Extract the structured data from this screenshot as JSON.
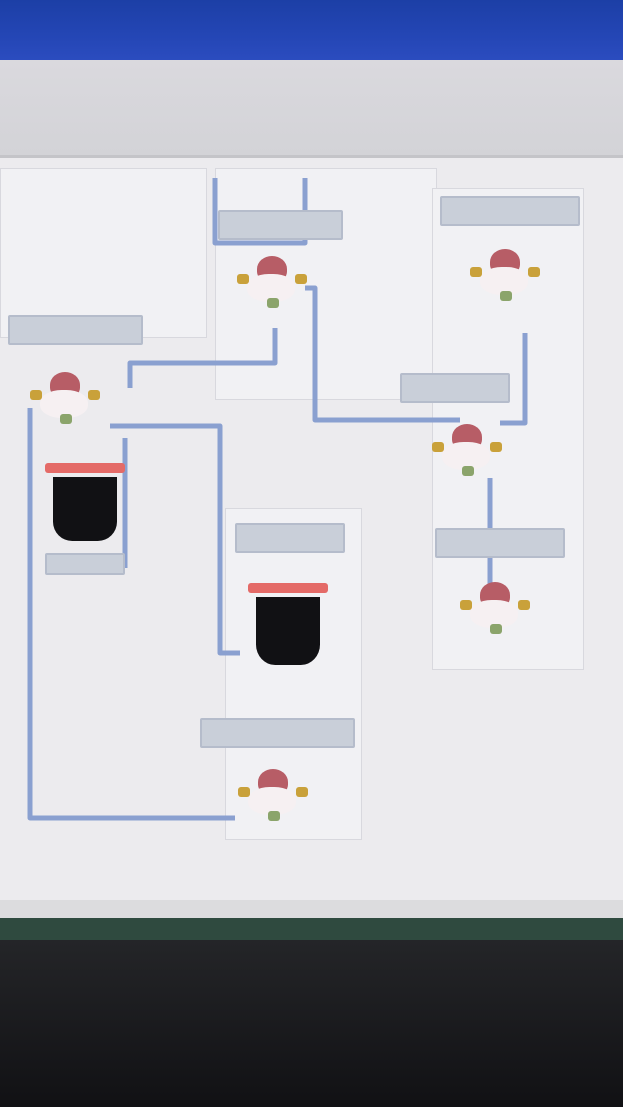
{
  "window": {
    "title_bar_color": "#2446b5",
    "toolbar_color": "#d6d6da",
    "canvas_color": "#ecebee"
  },
  "diagram": {
    "wire_color": "#8aa0d0",
    "nodes": [
      {
        "id": "node-top-center",
        "icon": "network-node-icon",
        "label": ""
      },
      {
        "id": "node-left",
        "icon": "network-node-icon",
        "label": ""
      },
      {
        "id": "node-right-top",
        "icon": "network-node-icon",
        "label": ""
      },
      {
        "id": "node-right-middle",
        "icon": "network-node-icon",
        "label": ""
      },
      {
        "id": "node-right-bottom",
        "icon": "network-node-icon",
        "label": ""
      },
      {
        "id": "node-bottom-center",
        "icon": "network-node-icon",
        "label": ""
      }
    ],
    "devices": [
      {
        "id": "device-left",
        "icon": "server-device-icon"
      },
      {
        "id": "device-center",
        "icon": "server-device-icon"
      }
    ],
    "label_boxes": [
      "",
      "",
      "",
      "",
      "",
      "",
      "",
      ""
    ]
  }
}
